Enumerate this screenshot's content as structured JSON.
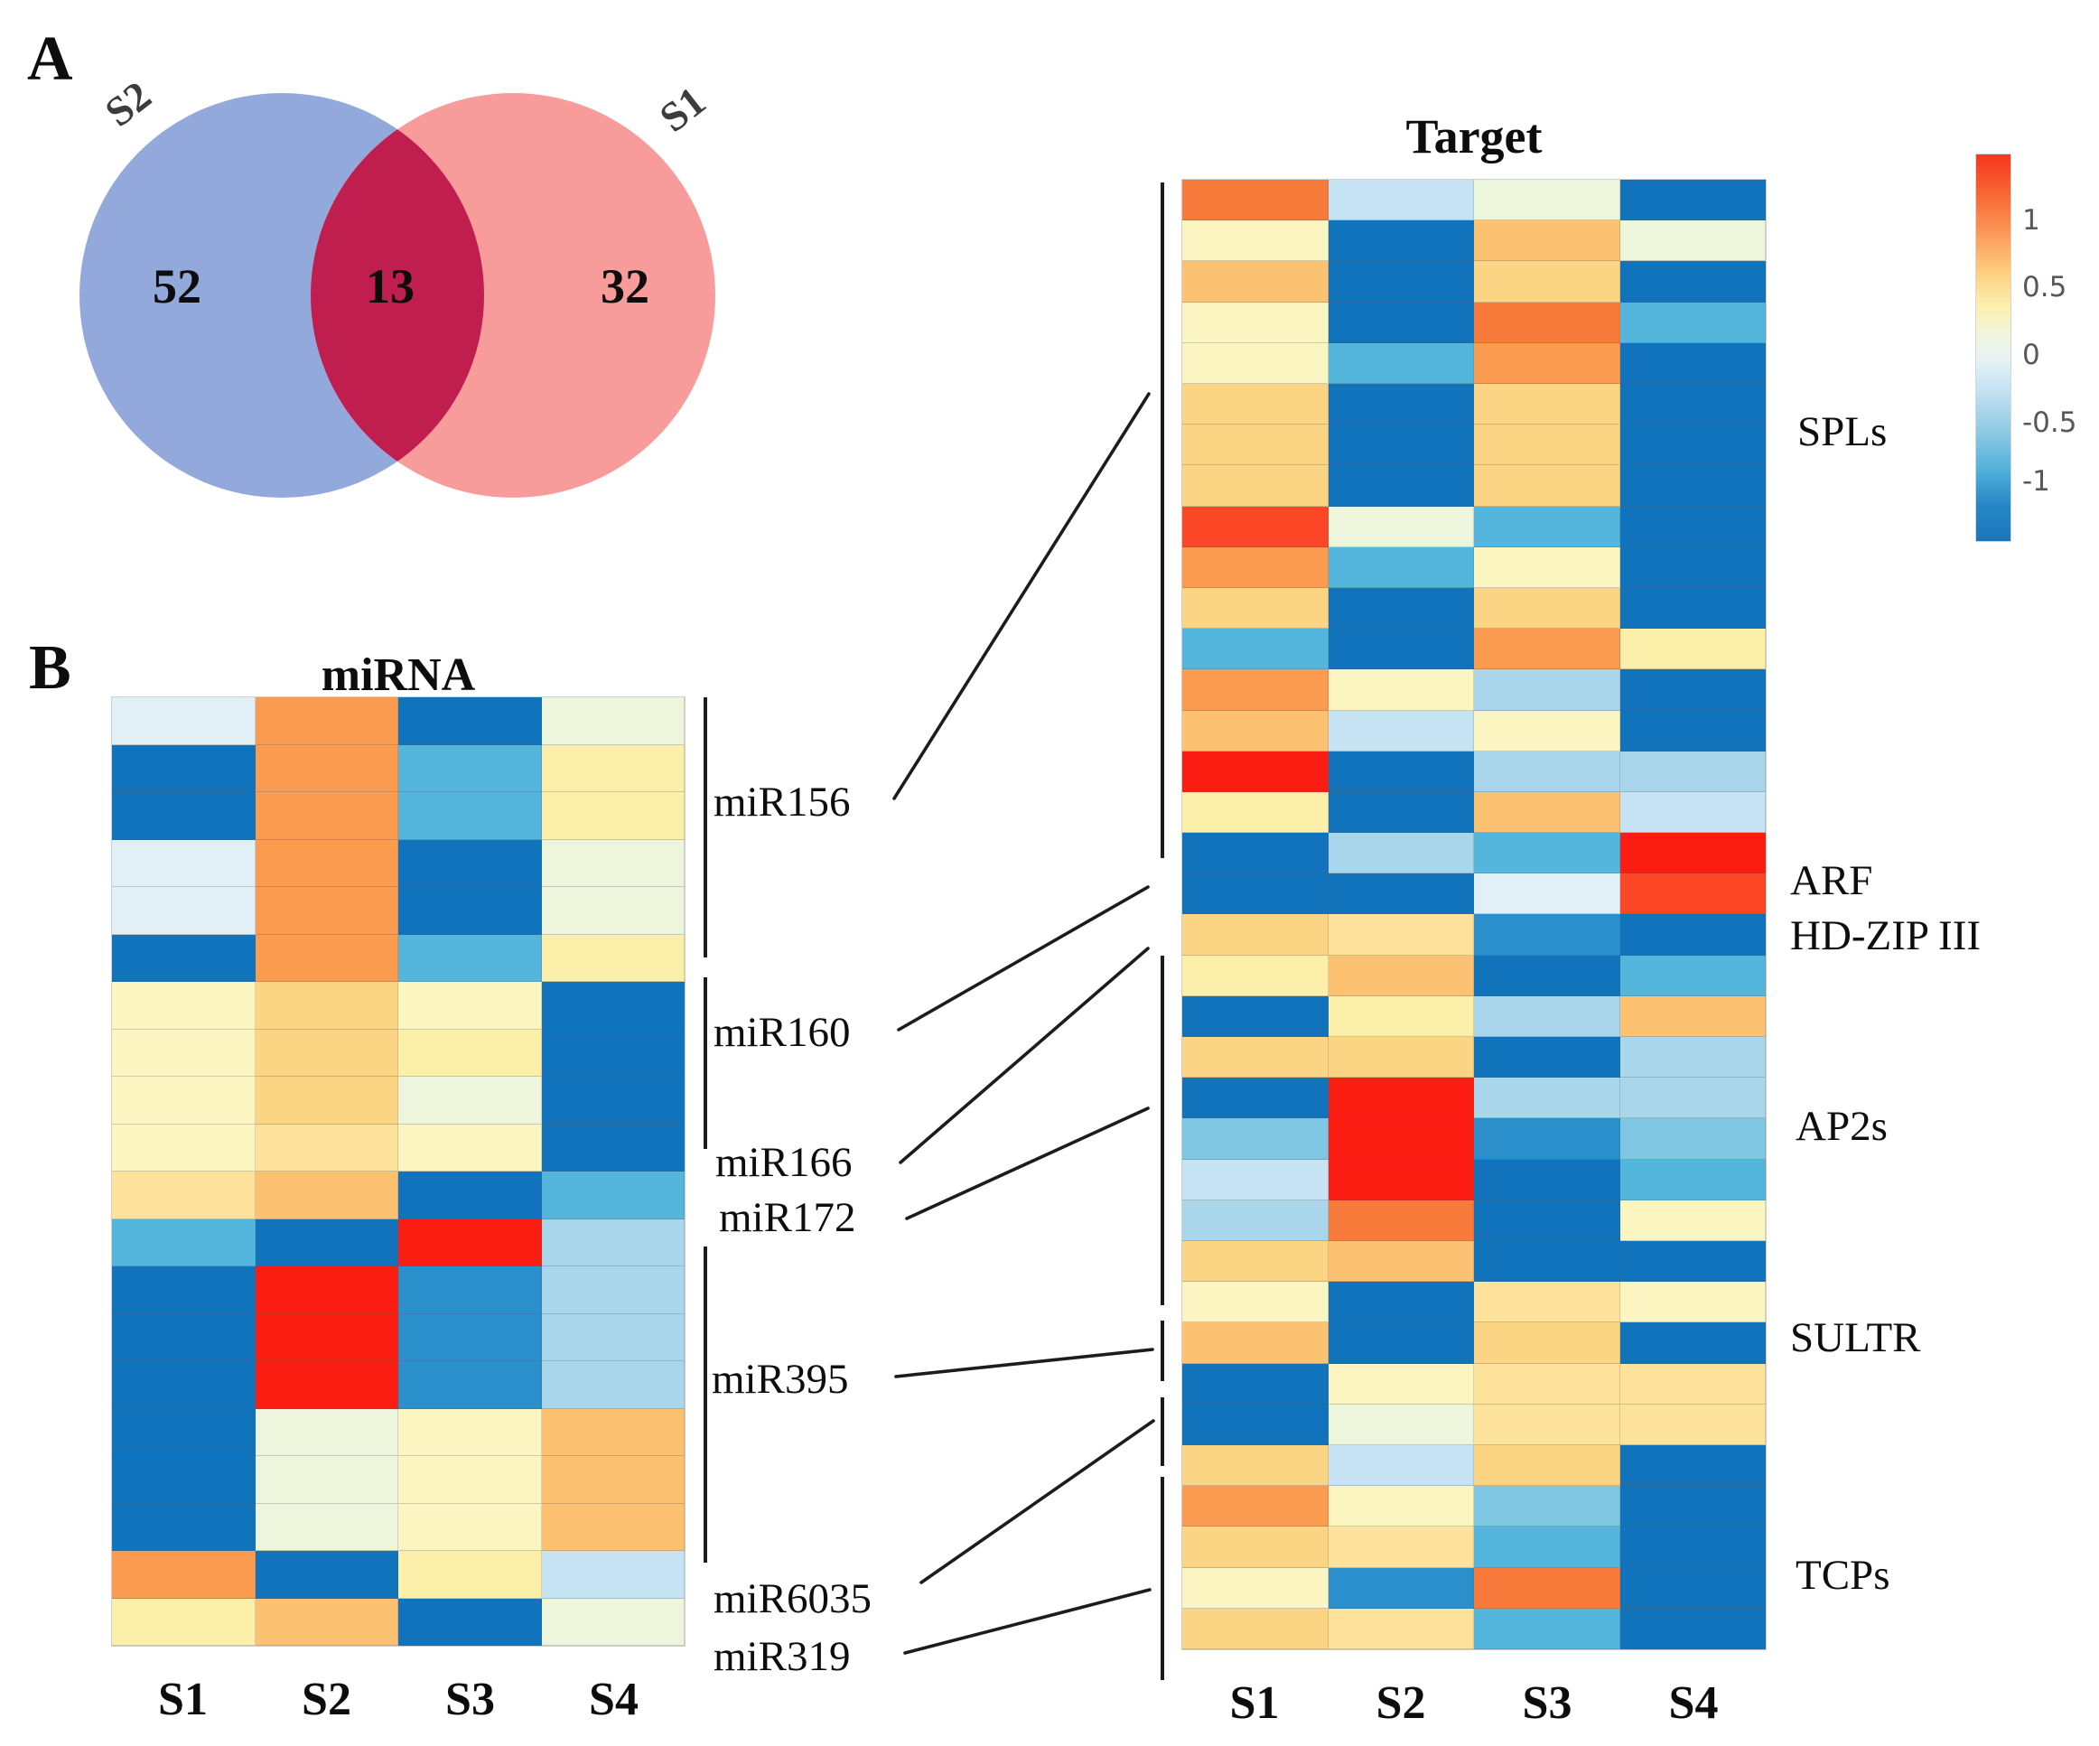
{
  "panel_a_label": "A",
  "panel_b_label": "B",
  "chart_data": [
    {
      "type": "venn",
      "sets": [
        {
          "label": "S2",
          "count": "52",
          "color": "#94a9db"
        },
        {
          "label": "S1",
          "count": "32",
          "color": "#f89b9b"
        }
      ],
      "overlap": {
        "count": "13",
        "color": "#c01e4f"
      }
    },
    {
      "type": "heatmap",
      "title": "miRNA",
      "columns": [
        "S1",
        "S2",
        "S3",
        "S4"
      ],
      "row_groups": [
        {
          "label": "miR156",
          "rows": 6
        },
        {
          "label": "miR160",
          "rows": 4
        },
        {
          "label": "miR166",
          "rows": 1
        },
        {
          "label": "miR172",
          "rows": 1
        },
        {
          "label": "miR395",
          "rows": 6
        },
        {
          "label": "miR6035",
          "rows": 1
        },
        {
          "label": "miR319",
          "rows": 1
        }
      ],
      "cells_tokens": [
        [
          "ab",
          "or",
          "db",
          "pg"
        ],
        [
          "db",
          "or",
          "sb",
          "cy"
        ],
        [
          "db",
          "or",
          "sb",
          "cy"
        ],
        [
          "ab",
          "or",
          "db",
          "pg"
        ],
        [
          "ab",
          "or",
          "db",
          "pg"
        ],
        [
          "db",
          "or",
          "sb",
          "cy"
        ],
        [
          "cr",
          "sd",
          "cr",
          "db"
        ],
        [
          "cr",
          "sd",
          "cy",
          "db"
        ],
        [
          "cr",
          "sd",
          "pg",
          "db"
        ],
        [
          "cr",
          "sy",
          "cr",
          "db"
        ],
        [
          "sy",
          "so",
          "db",
          "sb"
        ],
        [
          "sb",
          "db",
          "rd",
          "pb"
        ],
        [
          "db",
          "rd",
          "mb",
          "pb"
        ],
        [
          "db",
          "rd",
          "mb",
          "pb"
        ],
        [
          "db",
          "rd",
          "mb",
          "pb"
        ],
        [
          "db",
          "pg",
          "cr",
          "so"
        ],
        [
          "db",
          "pg",
          "cr",
          "so"
        ],
        [
          "db",
          "pg",
          "cr",
          "so"
        ],
        [
          "or",
          "db",
          "cy",
          "ppb"
        ],
        [
          "cy",
          "so",
          "db",
          "pg"
        ]
      ]
    },
    {
      "type": "heatmap",
      "title": "Target",
      "columns": [
        "S1",
        "S2",
        "S3",
        "S4"
      ],
      "row_groups": [
        {
          "label": "SPLs",
          "rows": 16
        },
        {
          "label": "ARF",
          "rows": 2
        },
        {
          "label": "HD-ZIP III",
          "rows": 2
        },
        {
          "label": "AP2s",
          "rows": 6
        },
        {
          "label": "SULTR",
          "rows": 3
        },
        {
          "label": "TCPs",
          "rows": 7
        }
      ],
      "cells_tokens": [
        [
          "do",
          "ppb",
          "pg",
          "db"
        ],
        [
          "cr",
          "db",
          "so",
          "pg"
        ],
        [
          "so",
          "db",
          "sd",
          "db"
        ],
        [
          "cr",
          "db",
          "do",
          "sb"
        ],
        [
          "cr",
          "sb",
          "or",
          "db"
        ],
        [
          "sd",
          "db",
          "sd",
          "db"
        ],
        [
          "sd",
          "db",
          "sd",
          "db"
        ],
        [
          "sd",
          "db",
          "sd",
          "db"
        ],
        [
          "ro",
          "pg",
          "sb",
          "db"
        ],
        [
          "or",
          "sb",
          "cr",
          "db"
        ],
        [
          "sd",
          "db",
          "sd",
          "db"
        ],
        [
          "sb",
          "db",
          "or",
          "cy"
        ],
        [
          "or",
          "cr",
          "pb",
          "db"
        ],
        [
          "so",
          "ppb",
          "cr",
          "db"
        ],
        [
          "rd",
          "db",
          "pb",
          "pb"
        ],
        [
          "cy",
          "db",
          "so",
          "ppb"
        ],
        [
          "db",
          "pb",
          "sb",
          "rd"
        ],
        [
          "db",
          "db",
          "ab",
          "ro"
        ],
        [
          "sd",
          "sy",
          "mb",
          "db"
        ],
        [
          "cy",
          "so",
          "db",
          "sb"
        ],
        [
          "db",
          "cy",
          "pb",
          "so"
        ],
        [
          "sd",
          "sd",
          "db",
          "pb"
        ],
        [
          "db",
          "rd",
          "pb",
          "pb"
        ],
        [
          "lsb",
          "rd",
          "mb",
          "lsb"
        ],
        [
          "ppb",
          "rd",
          "db",
          "sb"
        ],
        [
          "pb",
          "do",
          "db",
          "cr"
        ],
        [
          "sd",
          "so",
          "db",
          "db"
        ],
        [
          "cr",
          "db",
          "sy",
          "cr"
        ],
        [
          "so",
          "db",
          "sd",
          "db"
        ],
        [
          "db",
          "cr",
          "sy",
          "sy"
        ],
        [
          "db",
          "pg",
          "sy",
          "sy"
        ],
        [
          "sd",
          "ppb",
          "sd",
          "db"
        ],
        [
          "or",
          "cr",
          "lsb",
          "db"
        ],
        [
          "sd",
          "sy",
          "sb",
          "db"
        ],
        [
          "cr",
          "mb",
          "do",
          "db"
        ],
        [
          "sd",
          "sy",
          "sb",
          "db"
        ]
      ]
    },
    {
      "type": "colorbar",
      "ticks": [
        "1",
        "0.5",
        "0",
        "-0.5",
        "-1"
      ],
      "top_color": "#f5361f",
      "bottom_color": "#1b75bb"
    }
  ],
  "palette": {
    "rd": "#fb1c12",
    "ro": "#fb4726",
    "do": "#f97b3c",
    "or": "#fb9b4f",
    "so": "#fcc271",
    "sd": "#fcd584",
    "sy": "#fce29a",
    "cy": "#fbefa9",
    "cr": "#fbf5c2",
    "pg": "#edf5dd",
    "ab": "#e1eff7",
    "ppb": "#c5e3f2",
    "pb": "#a9d6eb",
    "lsb": "#7fc6e3",
    "sb": "#54b6dc",
    "mb": "#2b8fcb",
    "db": "#1173bb"
  },
  "token_values_approx": {
    "rd": 1.4,
    "ro": 1.25,
    "do": 1.1,
    "or": 0.95,
    "so": 0.8,
    "sd": 0.65,
    "sy": 0.5,
    "cy": 0.42,
    "cr": 0.33,
    "pg": 0.15,
    "ab": -0.05,
    "ppb": -0.22,
    "pb": -0.35,
    "lsb": -0.48,
    "sb": -0.62,
    "mb": -0.85,
    "db": -1.15
  },
  "connectors": [
    {
      "from": "miR156",
      "to": "SPLs"
    },
    {
      "from": "miR160",
      "to": "ARF"
    },
    {
      "from": "miR166",
      "to": "HD-ZIP III"
    },
    {
      "from": "miR172",
      "to": "AP2s"
    },
    {
      "from": "miR395",
      "to": "SULTR"
    },
    {
      "from": "miR6035",
      "to": "TCPs"
    },
    {
      "from": "miR319",
      "to": "TCPs"
    }
  ]
}
